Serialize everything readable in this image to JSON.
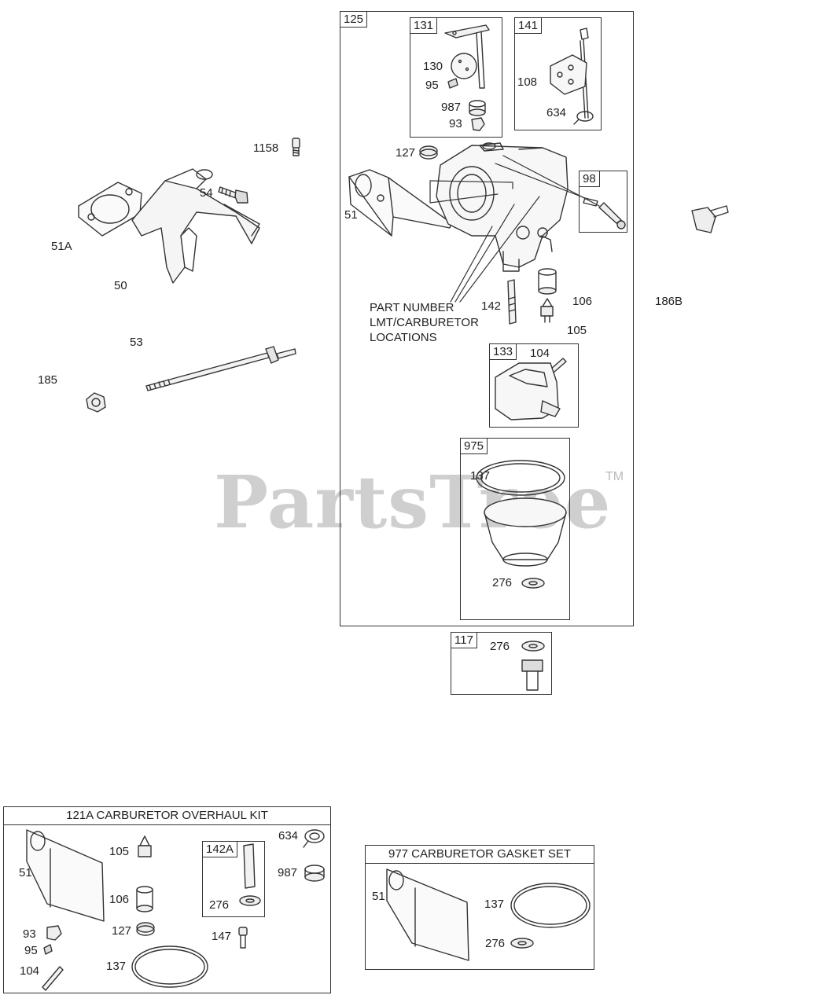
{
  "watermark": {
    "text": "PartsTree",
    "tm": "TM"
  },
  "main_box": {
    "tag": "125"
  },
  "sub_boxes": {
    "b131": "131",
    "b141": "141",
    "b98": "98",
    "b133": "133",
    "b975": "975",
    "b117": "117",
    "b142a": "142A"
  },
  "note": "PART NUMBER\nLMT/CARBURETOR\nLOCATIONS",
  "labels": {
    "l1158": "1158",
    "l54": "54",
    "l51a": "51A",
    "l50": "50",
    "l53": "53",
    "l185": "185",
    "l130": "130",
    "l95": "95",
    "l987": "987",
    "l93": "93",
    "l108": "108",
    "l634": "634",
    "l127": "127",
    "l51": "51",
    "l142": "142",
    "l106": "106",
    "l105": "105",
    "l104": "104",
    "l137": "137",
    "l276": "276",
    "l186b": "186B",
    "l276b": "276"
  },
  "kit_overhaul": {
    "title": "121A CARBURETOR OVERHAUL KIT",
    "labels": {
      "k51": "51",
      "k105": "105",
      "k106": "106",
      "k127": "127",
      "k93": "93",
      "k95": "95",
      "k104": "104",
      "k137": "137",
      "k276": "276",
      "k147": "147",
      "k634": "634",
      "k987": "987"
    }
  },
  "kit_gasket": {
    "title": "977 CARBURETOR GASKET SET",
    "labels": {
      "g51": "51",
      "g137": "137",
      "g276": "276"
    }
  }
}
